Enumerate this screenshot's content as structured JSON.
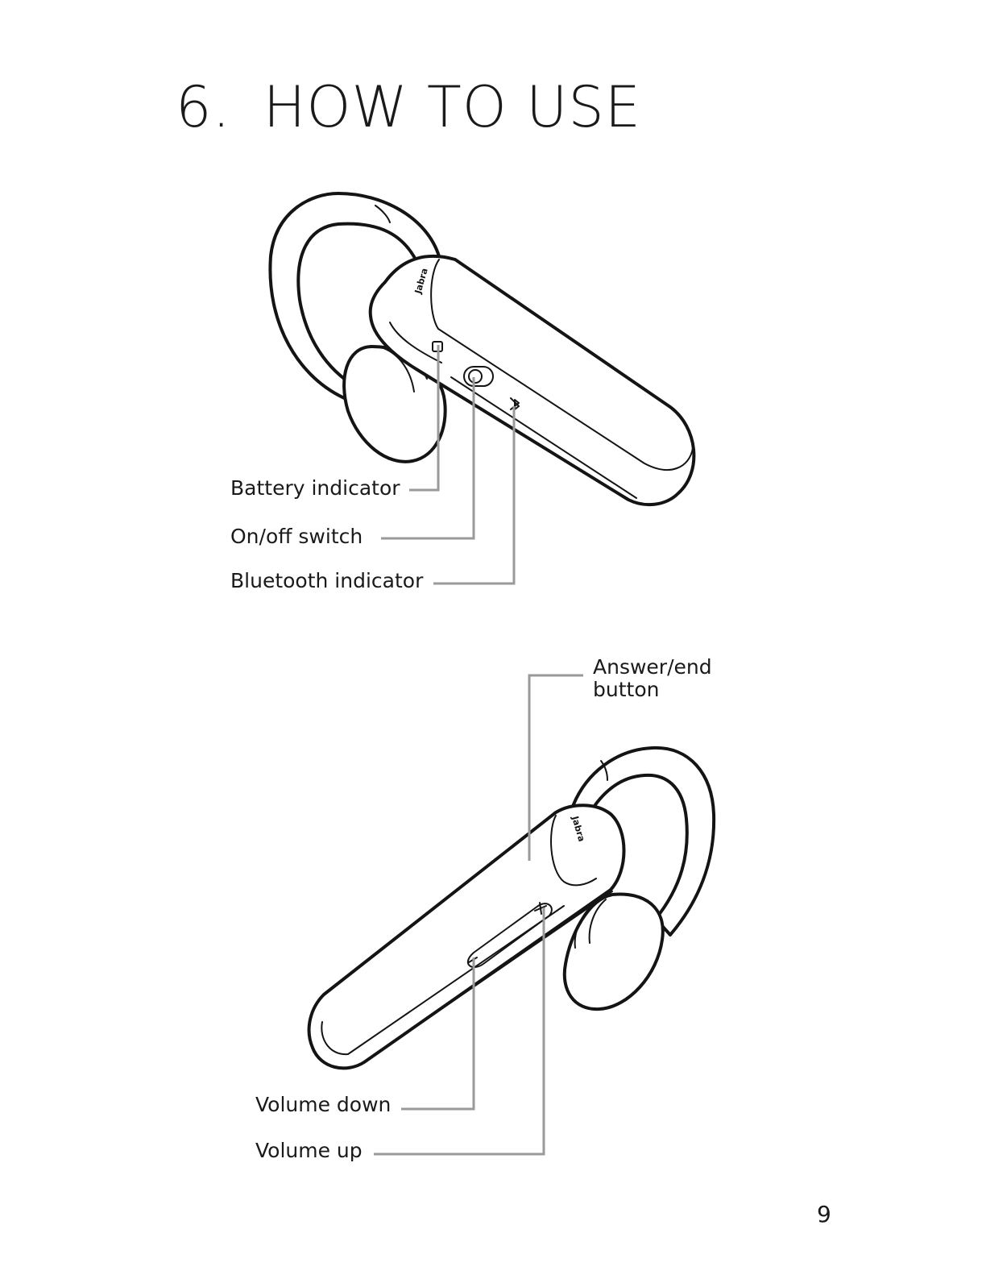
{
  "page": {
    "section_number": "6.",
    "section_title": "HOW TO USE",
    "page_number": "9"
  },
  "figure_top": {
    "brand_logo": "Jabra",
    "labels": {
      "battery_indicator": "Battery indicator",
      "on_off_switch": "On/off switch",
      "bluetooth_indicator": "Bluetooth indicator"
    }
  },
  "figure_bottom": {
    "brand_logo": "Jabra",
    "labels": {
      "answer_end_line1": "Answer/end",
      "answer_end_line2": "button",
      "volume_down": "Volume down",
      "volume_up": "Volume up"
    }
  },
  "colors": {
    "ink": "#141414",
    "leader_line": "#9a9a9a",
    "background": "#ffffff"
  }
}
